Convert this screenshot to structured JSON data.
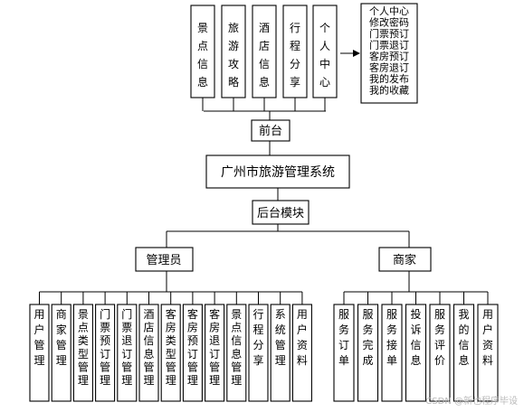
{
  "diagram": {
    "root": "广州市旅游管理系统",
    "front": "前台",
    "back": "后台模块",
    "front_modules": [
      "景点信息",
      "旅游攻略",
      "酒店信息",
      "行程分享",
      "个人中心"
    ],
    "personal_center_items": [
      "个人中心",
      "修改密码",
      "门票预订",
      "门票退订",
      "客房预订",
      "客房退订",
      "我的发布",
      "我的收藏"
    ],
    "admin": {
      "label": "管理员",
      "modules": [
        "用户管理",
        "商家管理",
        "景点类型管理",
        "门票预订管理",
        "门票退订管理",
        "酒店信息管理",
        "客房类型管理",
        "客房预订管理",
        "客房退订管理",
        "景点信息管理",
        "行程分享",
        "系统管理",
        "用户资料"
      ]
    },
    "merchant": {
      "label": "商家",
      "modules": [
        "服务订单",
        "服务完成",
        "服务接单",
        "投诉信息",
        "服务评价",
        "我的信息",
        "用户资料"
      ]
    }
  },
  "watermark": "CSDN @新也程序毕设"
}
